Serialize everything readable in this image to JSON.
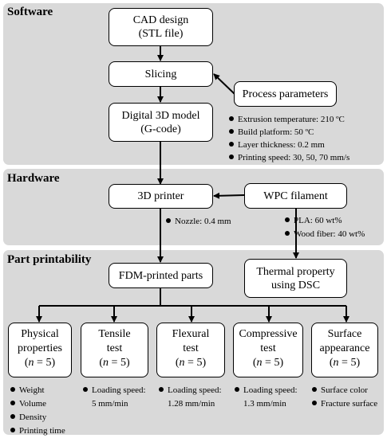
{
  "sections": {
    "software": "Software",
    "hardware": "Hardware",
    "part_printability": "Part printability"
  },
  "nodes": {
    "cad_design": [
      "CAD design",
      "(STL file)"
    ],
    "slicing": "Slicing",
    "process_parameters": "Process parameters",
    "digital_model": [
      "Digital 3D model",
      "(G-code)"
    ],
    "printer": "3D printer",
    "wpc_filament": "WPC filament",
    "fdm_parts": "FDM-printed parts",
    "thermal_property": [
      "Thermal property",
      "using DSC"
    ]
  },
  "process_params": [
    "Extrusion temperature: 210 ºC",
    "Build platform: 50 ºC",
    "Layer thickness: 0.2 mm",
    "Printing speed: 30, 50, 70 mm/s"
  ],
  "printer_notes": [
    "Nozzle: 0.4 mm"
  ],
  "filament_notes": [
    "PLA: 60 wt%",
    "Wood fiber: 40 wt%"
  ],
  "n_label": "n",
  "n_value": " = 5)",
  "tests": [
    {
      "title": [
        "Physical",
        "properties"
      ],
      "details": [
        "Weight",
        "Volume",
        "Density",
        "Printing time"
      ]
    },
    {
      "title": [
        "Tensile",
        "test"
      ],
      "details": [
        "Loading speed:",
        "5 mm/min"
      ]
    },
    {
      "title": [
        "Flexural",
        "test"
      ],
      "details": [
        "Loading speed:",
        "1.28 mm/min"
      ]
    },
    {
      "title": [
        "Compressive",
        "test"
      ],
      "details": [
        "Loading speed:",
        "1.3 mm/min"
      ]
    },
    {
      "title": [
        "Surface",
        "appearance"
      ],
      "details": [
        "Surface color",
        "Fracture surface"
      ]
    }
  ]
}
